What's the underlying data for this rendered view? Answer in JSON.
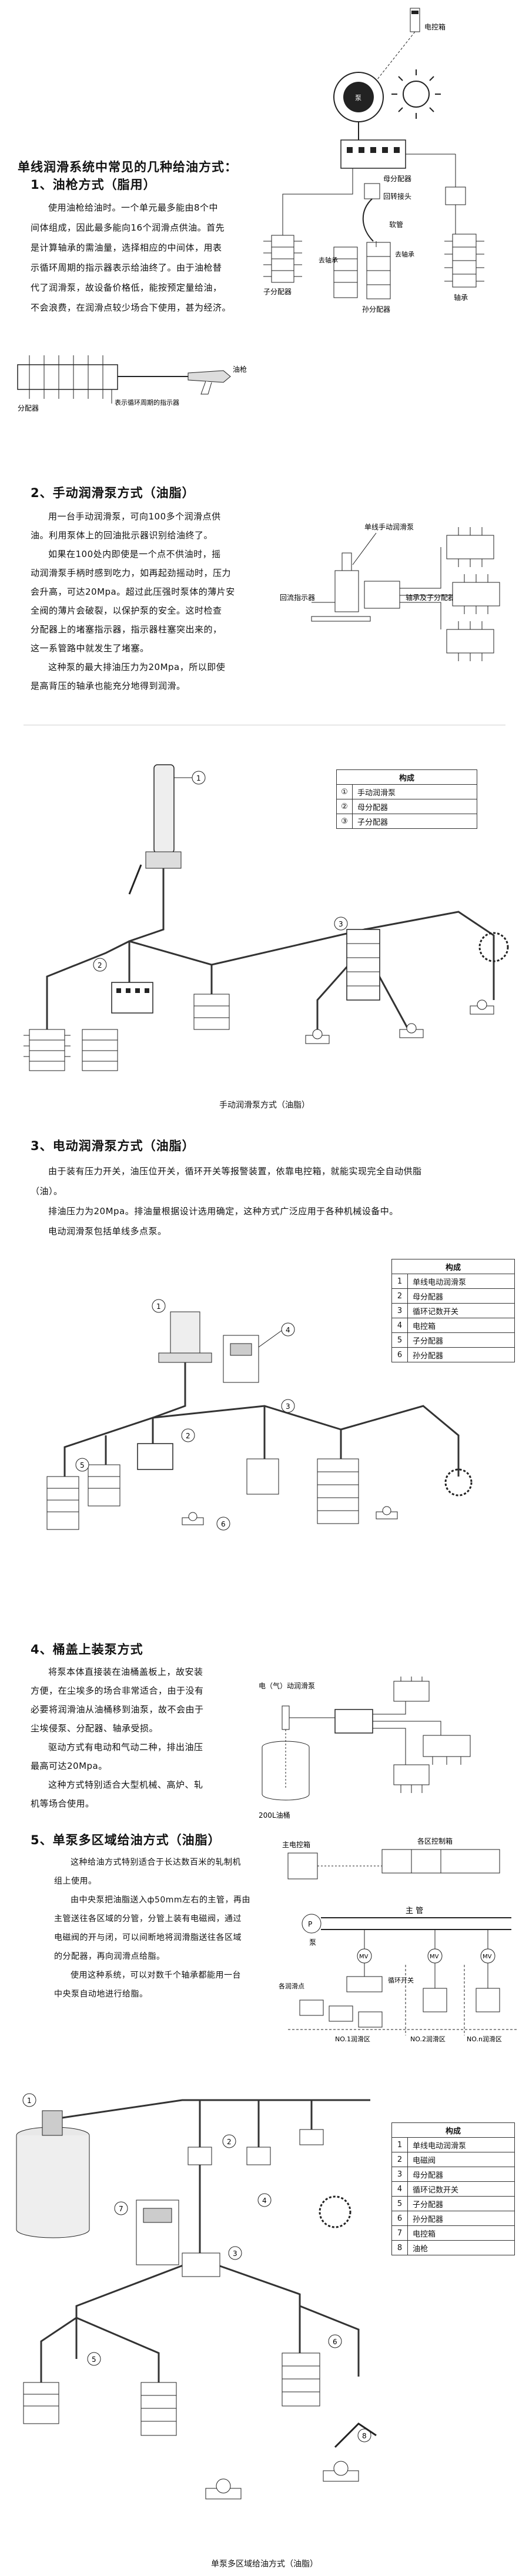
{
  "top_diagram": {
    "labels": {
      "controller": "电控箱",
      "pump": "泵",
      "main_distributor": "母分配器",
      "rotary_joint": "回转接头",
      "hose": "软管",
      "to_bearing_1": "去轴承",
      "to_bearing_2": "去轴承",
      "sub_distributor": "子分配器",
      "grandson_distributor": "孙分配器",
      "bearing": "轴承"
    }
  },
  "intro_title": "单线润滑系统中常见的几种给油方式：",
  "s1": {
    "title": "1、油枪方式（脂用）",
    "lines": [
      "使用油枪给油时。一个单元最多能由8个中",
      "间体组成，因此最多能向16个润滑点供油。首先",
      "是计算轴承的需油量，选择相应的中间体，用表",
      "示循环周期的指示器表示给油终了。由于油枪替",
      "代了润滑泵，故设备价格低，能按预定量给油，",
      "不会浪费，在润滑点较少场合下使用，甚为经济。"
    ],
    "diagram": {
      "oil_gun": "油枪",
      "indicator": "表示循环周期的指示器",
      "distributor": "分配器"
    }
  },
  "s2": {
    "title": "2、手动润滑泵方式（油脂）",
    "lines": [
      "用一台手动润滑泵，可向100多个润滑点供",
      "油。利用泵体上的回油批示器识别给油终了。",
      "如果在100处内即使是一个点不供油时，摇",
      "动润滑泵手柄时感到吃力，如再起劲摇动时，压力",
      "会升高，可达20Mpa。超过此压强时泵体的薄片安",
      "全阀的薄片会破裂，以保护泵的安全。这时检查",
      "分配器上的堵塞指示器，指示器柱塞突出来的，",
      "这一系管路中就发生了堵塞。",
      "这种泵的最大排油压力为20Mpa，所以即使",
      "是高背压的轴承也能充分地得到润滑。"
    ],
    "diagram": {
      "pump": "单线手动润滑泵",
      "return_indicator": "回流指示器",
      "bearing_sub": "轴承及子分配器"
    },
    "table": {
      "header": "构成",
      "rows": [
        {
          "num": "①",
          "name": "手动润滑泵"
        },
        {
          "num": "②",
          "name": "母分配器"
        },
        {
          "num": "③",
          "name": "子分配器"
        }
      ]
    },
    "caption": "手动润滑泵方式（油脂）"
  },
  "s3": {
    "title": "3、电动润滑泵方式（油脂）",
    "lines": [
      "由于装有压力开关，油压位开关，循环开关等报警装置，依靠电控箱，就能实现完全自动供脂",
      "（油）。",
      "排油压力为20Mpa。排油量根据设计选用确定，这种方式广泛应用于各种机械设备中。",
      "电动润滑泵包括单线多点泵。"
    ],
    "table": {
      "header": "构成",
      "rows": [
        {
          "num": "1",
          "name": "单线电动润滑泵"
        },
        {
          "num": "2",
          "name": "母分配器"
        },
        {
          "num": "3",
          "name": "循环记数开关"
        },
        {
          "num": "4",
          "name": "电控箱"
        },
        {
          "num": "5",
          "name": "子分配器"
        },
        {
          "num": "6",
          "name": "孙分配器"
        }
      ]
    }
  },
  "s4": {
    "title": "4、桶盖上装泵方式",
    "lines": [
      "将泵本体直接装在油桶盖板上，故安装",
      "方便，在尘埃多的场合非常适合，由于没有",
      "必要将润滑油从油桶移到油泵，故不会由于",
      "尘埃侵泵、分配器、轴承受损。",
      "驱动方式有电动和气动二种，排出油压",
      "最高可达20Mpa。",
      "这种方式特别适合大型机械、高炉、轧",
      "机等场合使用。"
    ],
    "diagram": {
      "pump": "电（气）动润滑泵",
      "drum": "200L油桶"
    }
  },
  "s5": {
    "title": "5、单泵多区域给油方式（油脂）",
    "lines": [
      "这种给油方式特别适合于长达数百米的轧制机",
      "组上使用。",
      "由中央泵把油脂送入ф50mm左右的主管，再由",
      "主管送往各区域的分管，分管上装有电磁阀，通过",
      "电磁阀的开与闭，可以间断地将润滑脂送往各区域",
      "的分配器，再向润滑点给脂。",
      "使用这种系统，可以对数千个轴承都能用一台",
      "中央泵自动地进行给脂。"
    ],
    "diagram": {
      "controller": "主电控箱",
      "zone_box": "各区控制箱",
      "main_pipe": "主  管",
      "pump": "泵",
      "mv": "MV",
      "cycle_switch": "循环开关",
      "points": "各润滑点",
      "zone1": "NO.1润滑区",
      "zone2": "NO.2润滑区",
      "zonen": "NO.n润滑区"
    },
    "table": {
      "header": "构成",
      "rows": [
        {
          "num": "1",
          "name": "单线电动润滑泵"
        },
        {
          "num": "2",
          "name": "电磁阀"
        },
        {
          "num": "3",
          "name": "母分配器"
        },
        {
          "num": "4",
          "name": "循环记数开关"
        },
        {
          "num": "5",
          "name": "子分配器"
        },
        {
          "num": "6",
          "name": "孙分配器"
        },
        {
          "num": "7",
          "name": "电控箱"
        },
        {
          "num": "8",
          "name": "油枪"
        }
      ]
    },
    "caption": "单泵多区域给油方式（油脂）"
  }
}
